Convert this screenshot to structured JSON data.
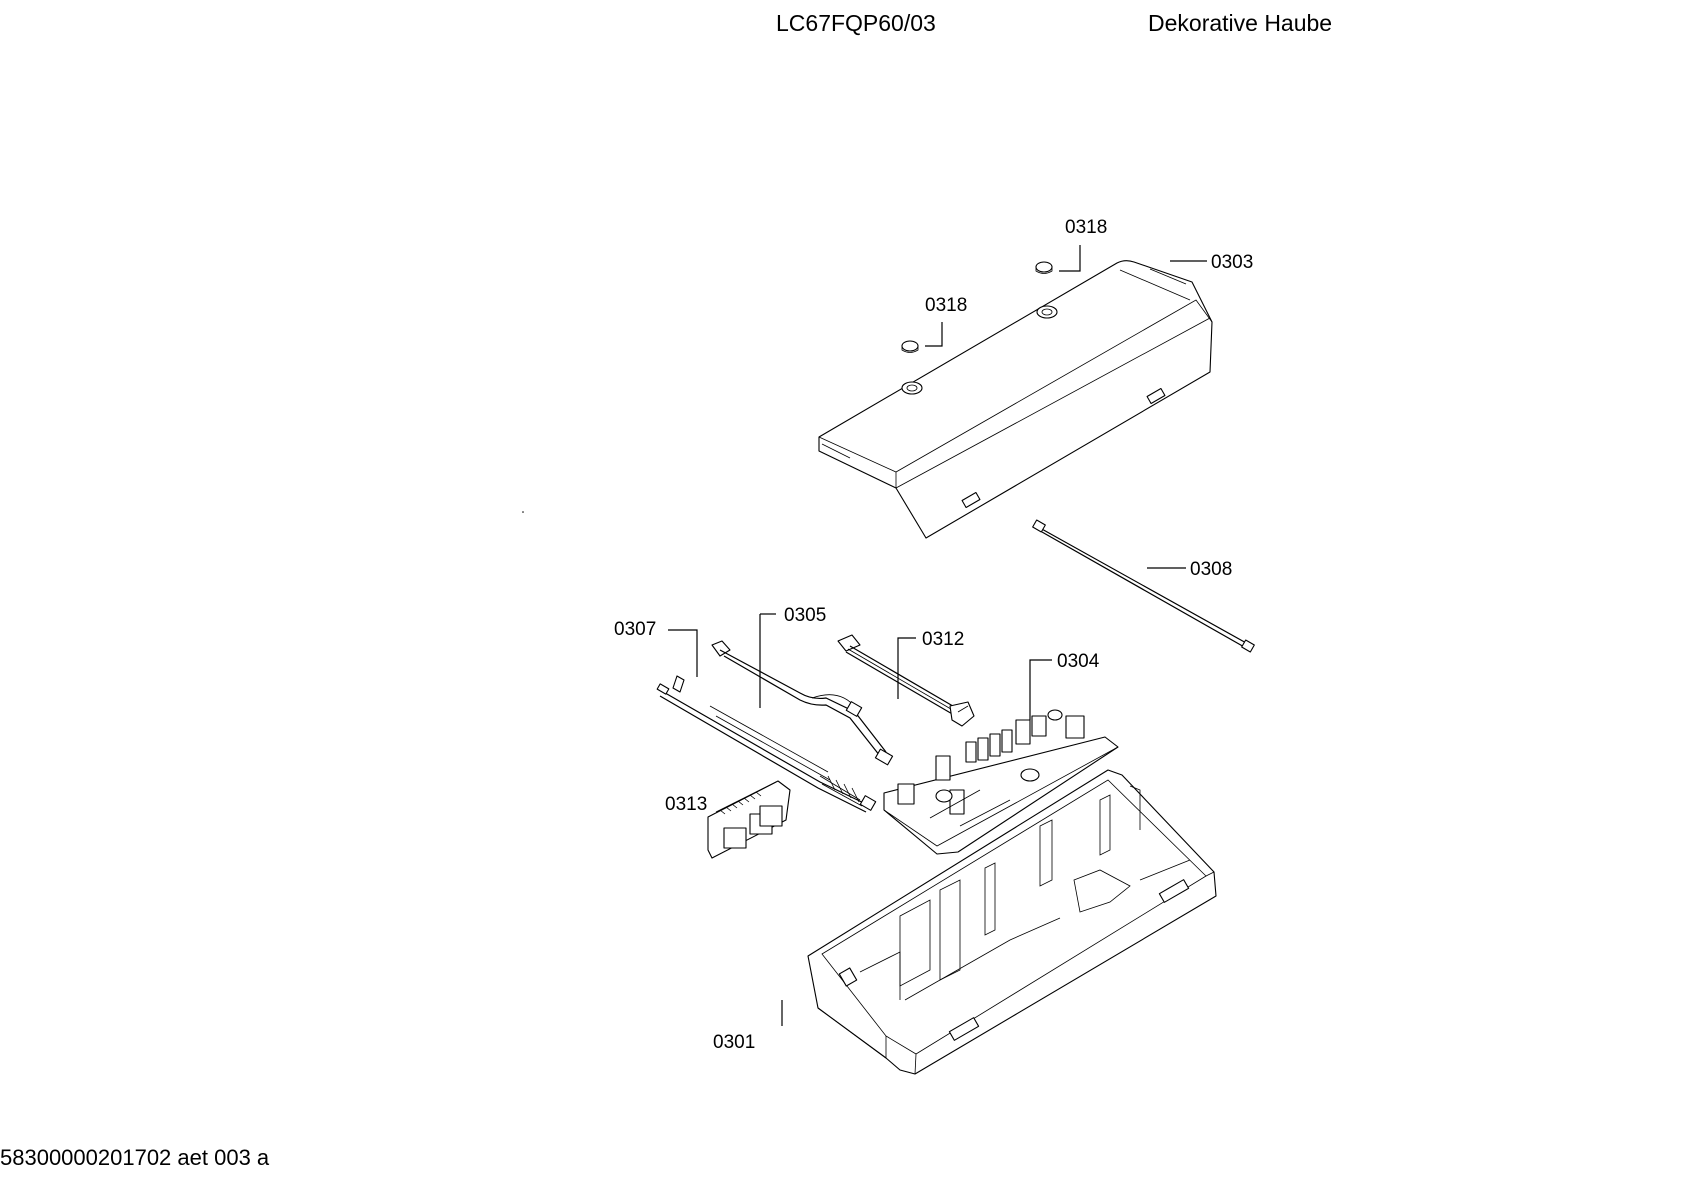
{
  "header": {
    "model": "LC67FQP60/03",
    "section": "Dekorative Haube"
  },
  "footer": {
    "document_ref": "58300000201702 aet 003 a"
  },
  "parts": {
    "p0318a": "0318",
    "p0318b": "0318",
    "p0303": "0303",
    "p0308": "0308",
    "p0305": "0305",
    "p0307": "0307",
    "p0312": "0312",
    "p0304": "0304",
    "p0313": "0313",
    "p0301": "0301"
  }
}
